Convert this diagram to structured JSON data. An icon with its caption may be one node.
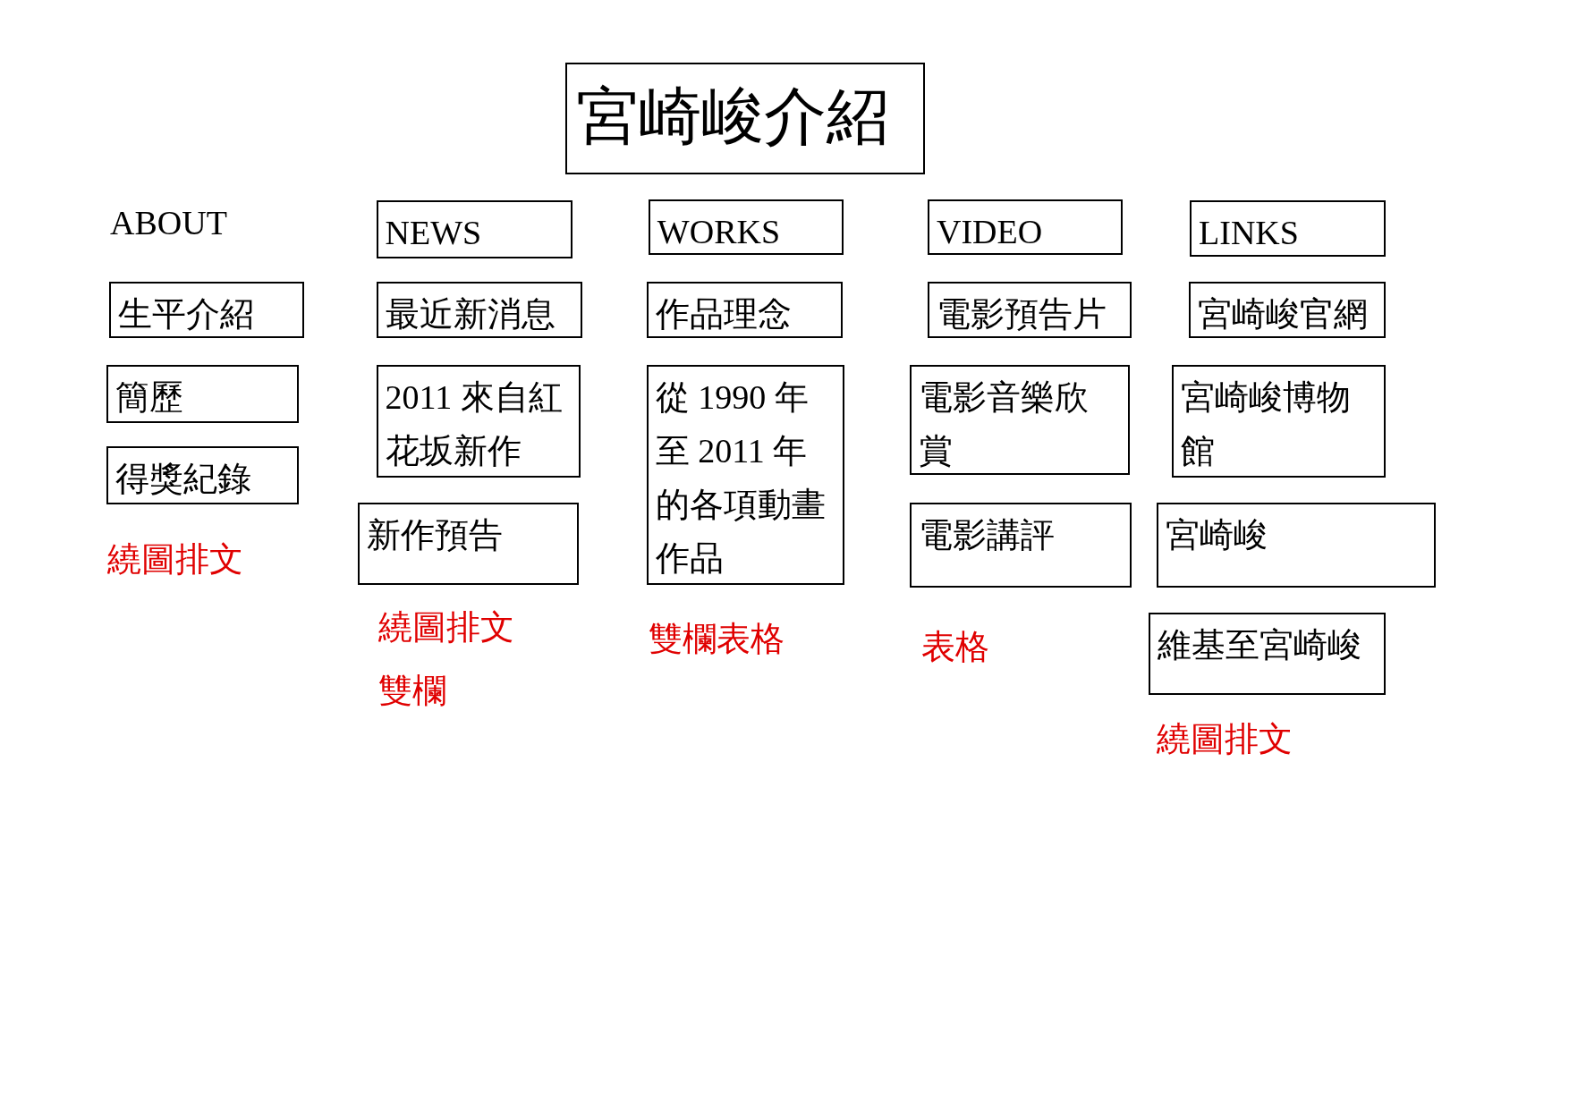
{
  "diagram": {
    "nodes": [
      {
        "text": [
          "宮崎峻介紹"
        ]
      },
      {
        "text": [
          "NEWS"
        ]
      },
      {
        "text": [
          "WORKS"
        ]
      },
      {
        "text": [
          "VIDEO"
        ]
      },
      {
        "text": [
          "LINKS"
        ]
      },
      {
        "text": [
          "生平介紹"
        ]
      },
      {
        "text": [
          "簡歷"
        ]
      },
      {
        "text": [
          "得獎紀錄"
        ]
      },
      {
        "text": [
          "最近新消息"
        ]
      },
      {
        "text": [
          "2011 來自紅花坂新作"
        ]
      },
      {
        "text": [
          "新作預告"
        ]
      },
      {
        "text": [
          "作品理念"
        ]
      },
      {
        "text": [
          "從 1990 年至 2011 年的各項動畫作品"
        ]
      },
      {
        "text": [
          "電影預告片"
        ]
      },
      {
        "text": [
          "電影音樂欣賞"
        ]
      },
      {
        "text": [
          "電影講評"
        ]
      },
      {
        "text": [
          "宮崎峻官網"
        ]
      },
      {
        "text": [
          "宮崎峻博物館"
        ]
      },
      {
        "text": [
          "宮崎峻"
        ]
      },
      {
        "text": [
          "維基至宮崎峻"
        ]
      }
    ],
    "labels": [
      "ABOUT",
      "繞圖排文",
      "繞圖排文",
      "雙欄",
      "雙欄表格",
      "表格",
      "繞圖排文"
    ]
  }
}
